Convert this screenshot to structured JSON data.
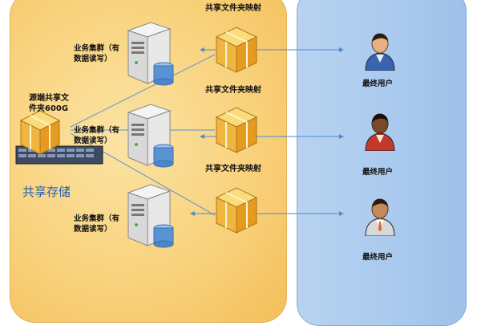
{
  "labels": {
    "title_top": "共享文件夹映射",
    "source": "源端共享文件夹600G",
    "share_storage": "共享存储",
    "cluster": "业务集群（有数据读写）",
    "mapping": "共享文件夹映射",
    "end_user": "最终用户"
  },
  "rows": [
    {
      "cluster_l1": "业务集群（有",
      "cluster_l2": "数据读写）",
      "mapping": "",
      "user": "最终用户"
    },
    {
      "cluster_l1": "业务集群（有",
      "cluster_l2": "数据读写）",
      "mapping": "共享文件夹映射",
      "user": "最终用户"
    },
    {
      "cluster_l1": "业务集群（有",
      "cluster_l2": "数据读写）",
      "mapping": "",
      "user": "最终用户"
    }
  ],
  "source_lines": [
    "源端共享文",
    "件夹600G"
  ],
  "icons": {
    "server": "server-icon",
    "database": "database-icon",
    "box": "package-box-icon",
    "storage": "storage-rack-icon",
    "user": "user-avatar-icon"
  },
  "colors": {
    "left_panel": "#f9d27d",
    "right_panel": "#a9c9ee",
    "link_line": "#4a8ad6",
    "share_storage_text": "#1d5fae"
  }
}
